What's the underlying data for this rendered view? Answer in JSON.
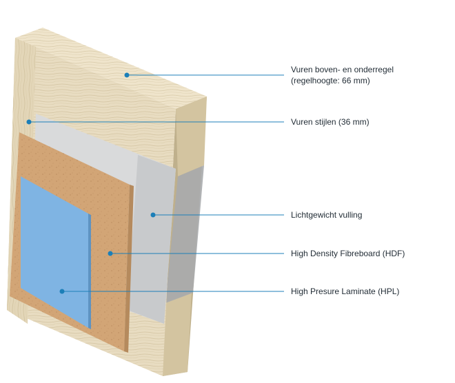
{
  "diagram": {
    "callouts": [
      {
        "id": "top-bottom-rail",
        "lines": [
          "Vuren boven- en onderregel",
          "(regelhoogte: 66 mm)"
        ]
      },
      {
        "id": "stiles",
        "lines": [
          "Vuren stijlen (36 mm)"
        ]
      },
      {
        "id": "lightweight-core",
        "lines": [
          "Lichtgewicht vulling"
        ]
      },
      {
        "id": "hdf",
        "lines": [
          "High Density Fibreboard (HDF)"
        ]
      },
      {
        "id": "hpl",
        "lines": [
          "High Presure Laminate (HPL)"
        ]
      }
    ],
    "colors": {
      "leader_line": "#1c7fb8",
      "pine_wood": "#e8dcc1",
      "pine_wood_dark": "#c9b892",
      "filling": "#d9dadb",
      "filling_shadow": "#b7b9bb",
      "hdf_board": "#d2a576",
      "hpl_laminate": "#7fb4e3",
      "text": "#1f2a33"
    }
  }
}
